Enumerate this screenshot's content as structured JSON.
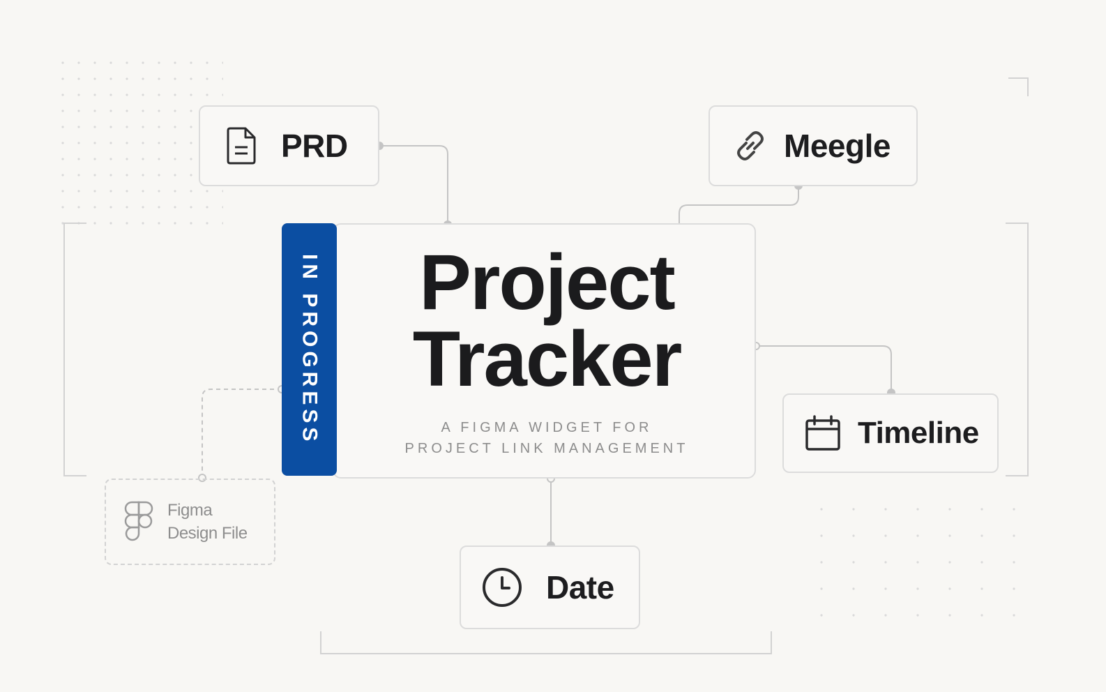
{
  "status_label": "IN PROGRESS",
  "title_line1": "Project",
  "title_line2": "Tracker",
  "subtitle": "A FIGMA WIDGET FOR\nPROJECT LINK MANAGEMENT",
  "nodes": {
    "prd": {
      "label": "PRD",
      "icon": "document-icon"
    },
    "meegle": {
      "label": "Meegle",
      "icon": "link-icon"
    },
    "timeline": {
      "label": "Timeline",
      "icon": "calendar-icon"
    },
    "date": {
      "label": "Date",
      "icon": "clock-icon"
    },
    "figma": {
      "label_line1": "Figma",
      "label_line2": "Design File",
      "icon": "figma-icon"
    }
  },
  "colors": {
    "background": "#f8f7f4",
    "status": "#0b4ea2",
    "connector": "#c4c4c4",
    "text": "#1b1b1d",
    "muted": "#8c8c8c"
  }
}
